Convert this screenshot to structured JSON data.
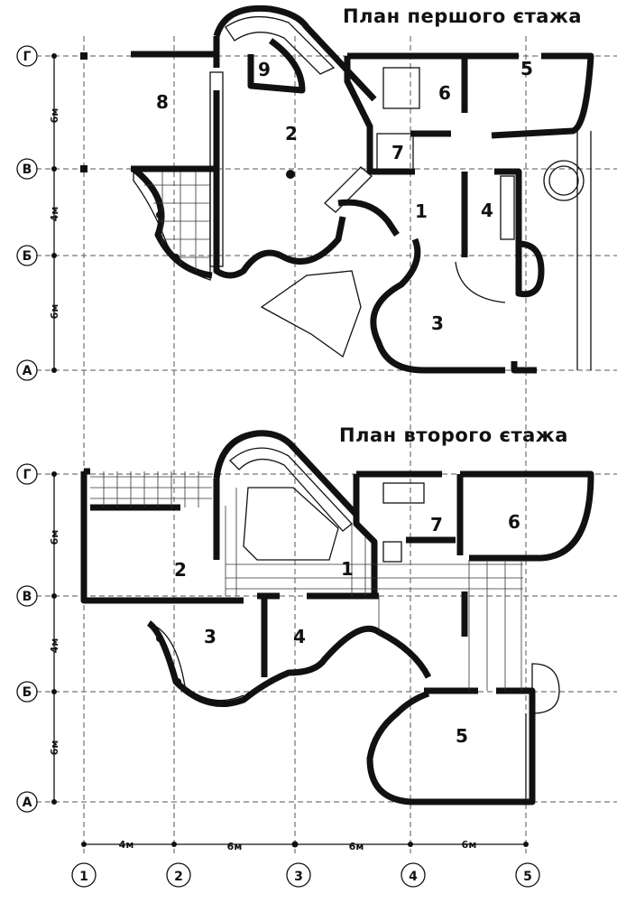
{
  "plans": [
    {
      "title": "План першого єтажа",
      "rooms": [
        "8",
        "9",
        "2",
        "6",
        "5",
        "7",
        "1",
        "4",
        "3"
      ],
      "row_axes": [
        "Г",
        "В",
        "Б",
        "А"
      ],
      "row_dims": [
        "6м",
        "4м",
        "6м"
      ]
    },
    {
      "title": "План второго єтажа",
      "rooms": [
        "2",
        "1",
        "7",
        "6",
        "3",
        "4",
        "5"
      ],
      "row_axes": [
        "Г",
        "В",
        "Б",
        "А"
      ],
      "row_dims": [
        "6м",
        "4м",
        "6м"
      ]
    }
  ],
  "column_axes": [
    "1",
    "2",
    "3",
    "4",
    "5"
  ],
  "column_dims": [
    "4м",
    "6м",
    "6м",
    "6м"
  ]
}
